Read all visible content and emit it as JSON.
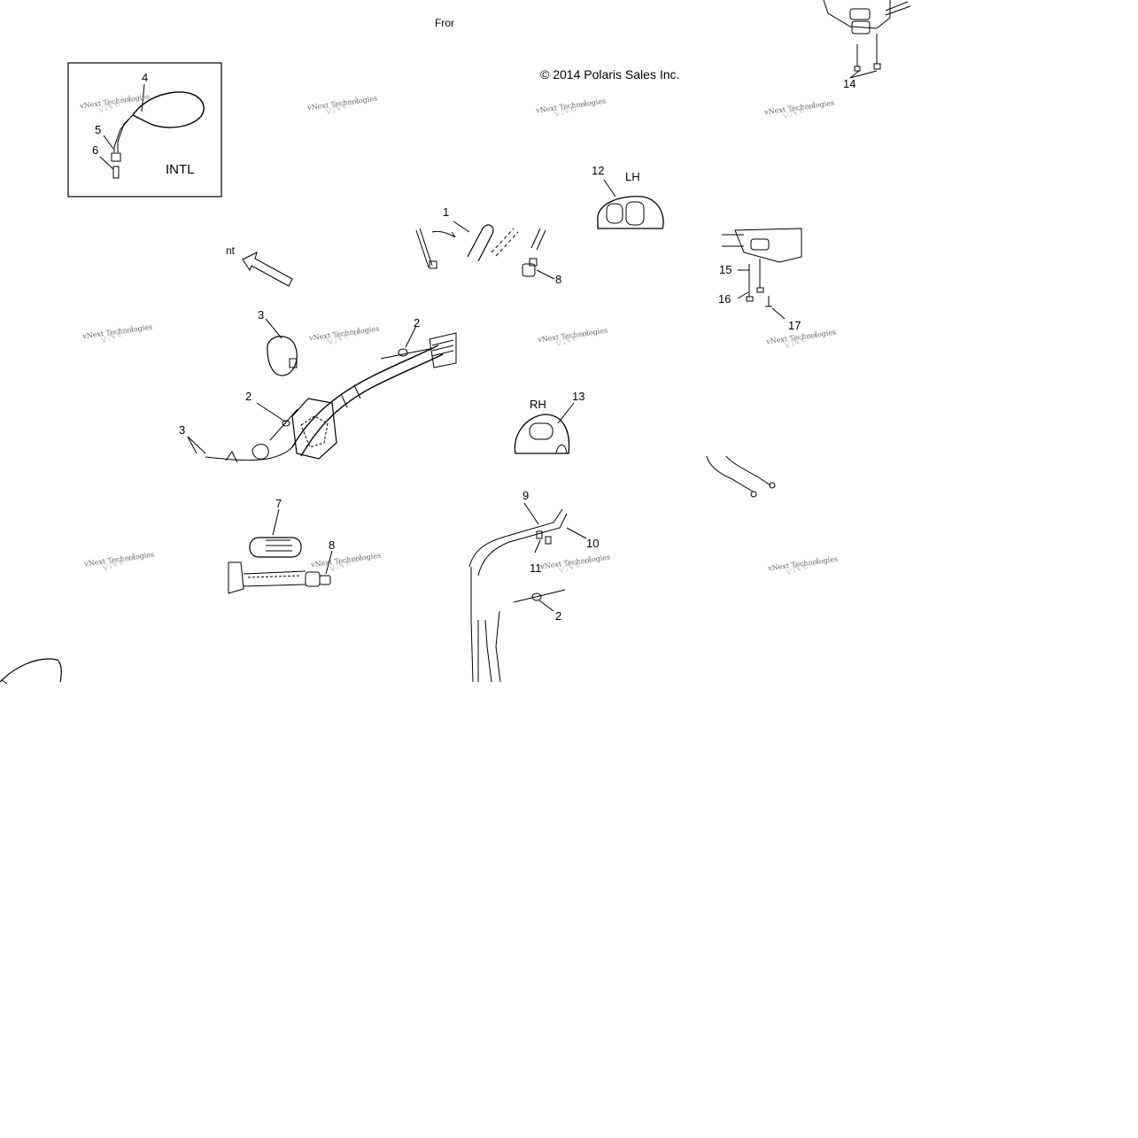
{
  "copyright": "© 2014 Polaris Sales Inc.",
  "inset_label": "INTL",
  "front_fragment_top": "Fror",
  "front_fragment_mid": "nt",
  "side_labels": {
    "left_hand": "LH",
    "right_hand": "RH"
  },
  "watermark": "vNext Technologies",
  "callouts": [
    "4",
    "5",
    "6",
    "1",
    "12",
    "14",
    "8",
    "15",
    "16",
    "17",
    "3",
    "2",
    "2",
    "3",
    "13",
    "7",
    "8",
    "9",
    "10",
    "11",
    "2"
  ]
}
